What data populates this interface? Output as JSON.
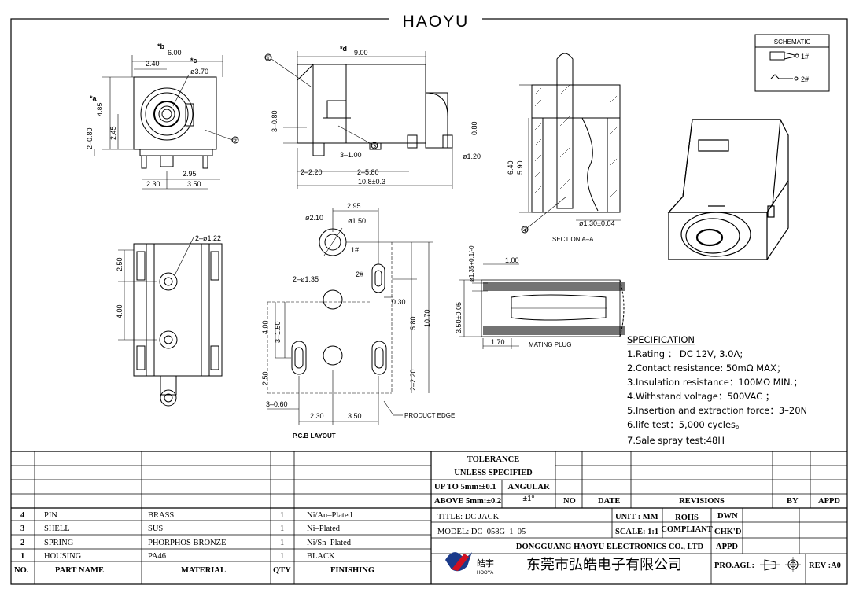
{
  "header": {
    "brand": "HAOYU"
  },
  "schematic": {
    "title": "SCHEMATIC",
    "pin1": "1#",
    "pin2": "2#"
  },
  "front_view": {
    "d_b": "*b",
    "d_b_val": "6.00",
    "d_c": "*c",
    "d_c_val": "ø3.70",
    "d_a": "*a",
    "d_240": "2.40",
    "d_485": "4.85",
    "d_245": "2.45",
    "d_2080": "2–0.80",
    "d_295": "2.95",
    "d_230": "2.30",
    "d_350": "3.50",
    "callout2": "②"
  },
  "side_view": {
    "callout1": "①",
    "d_d": "*d",
    "d_d_val": "9.00",
    "d_3080": "3–0.80",
    "d_080": "0.80",
    "callout3": "③",
    "d_3100": "3–1.00",
    "d_2220": "2–2.20",
    "d_2580": "2–5.80",
    "d_120": "ø1.20",
    "d_108": "10.8±0.3"
  },
  "section": {
    "d_640": "6.40",
    "d_590": "5.90",
    "d_130": "ø1.30±0.04",
    "callout4": "④",
    "title": "SECTION A–A"
  },
  "bottom_view": {
    "d_2122": "2–ø1.22",
    "d_250": "2.50",
    "d_400": "4.00"
  },
  "pcb": {
    "d_295": "2.95",
    "d_210": "ø2.10",
    "d_150": "ø1.50",
    "pin1": "1#",
    "pin2": "2#",
    "d_2135": "2–ø1.35",
    "d_030": "0.30",
    "d_580": "5.80",
    "d_1070": "10.70",
    "d_400": "4.00",
    "d_3150": "3–1.50",
    "d_250": "2.50",
    "d_2220": "2–2.20",
    "d_3060": "3–0.60",
    "d_230": "2.30",
    "d_350": "3.50",
    "edge": "PRODUCT EDGE",
    "title": "P.C.B LAYOUT"
  },
  "plug": {
    "d_100": "1.00",
    "d_135": "ø1.35+0.1/-0",
    "d_350": "3.50±0.05",
    "d_170": "1.70",
    "title": "MATING PLUG"
  },
  "specification": {
    "heading": "SPECIFICATION",
    "items": [
      "1.Rating ： DC 12V, 3.0A;",
      "2.Contact resistance: 50mΩ MAX；",
      "3.Insulation resistance：100MΩ MIN.；",
      "4.Withstand voltage：500VAC ；",
      "5.Insertion and extraction force：3–20N",
      "6.life test：5,000 cycles。",
      "7.Sale spray test:48H"
    ]
  },
  "bom": {
    "headers": [
      "NO.",
      "PART NAME",
      "MATERIAL",
      "QTY",
      "FINISHING"
    ],
    "rows": [
      {
        "no": "4",
        "part": "PIN",
        "material": "BRASS",
        "qty": "1",
        "finish": "Ni/Au–Plated"
      },
      {
        "no": "3",
        "part": "SHELL",
        "material": "SUS",
        "qty": "1",
        "finish": "Ni–Plated"
      },
      {
        "no": "2",
        "part": "SPRING",
        "material": "PHORPHOS BRONZE",
        "qty": "1",
        "finish": "Ni/Sn–Plated"
      },
      {
        "no": "1",
        "part": "HOUSING",
        "material": "PA46",
        "qty": "1",
        "finish": "BLACK"
      }
    ]
  },
  "title_block": {
    "tolerance": "TOLERANCE",
    "unless": "UNLESS SPECIFIED",
    "up_to": "UP TO 5mm:±0.1",
    "above": "ABOVE 5mm:±0.2",
    "angular": "ANGULAR",
    "angular_val": "±1°",
    "no": "NO",
    "date": "DATE",
    "revisions": "REVISIONS",
    "by": "BY",
    "appd": "APPD",
    "title": "TITLE: DC JACK",
    "model": "MODEL: DC–058G–1–05",
    "unit": "UNIT : MM",
    "scale": "SCALE: 1:1",
    "rohs": "ROHS",
    "compliant": "COMPLIANT",
    "dwn": "DWN",
    "chkd": "CHK'D",
    "appd2": "APPD",
    "company_en": "DONGGUANG HAOYU ELECTRONICS CO., LTD",
    "company_cn": "东莞市弘皓电子有限公司",
    "logo_cn": "皓宇",
    "logo_en": "HOOYA",
    "proagl": "PRO.AGL:",
    "rev": "REV :A0"
  }
}
